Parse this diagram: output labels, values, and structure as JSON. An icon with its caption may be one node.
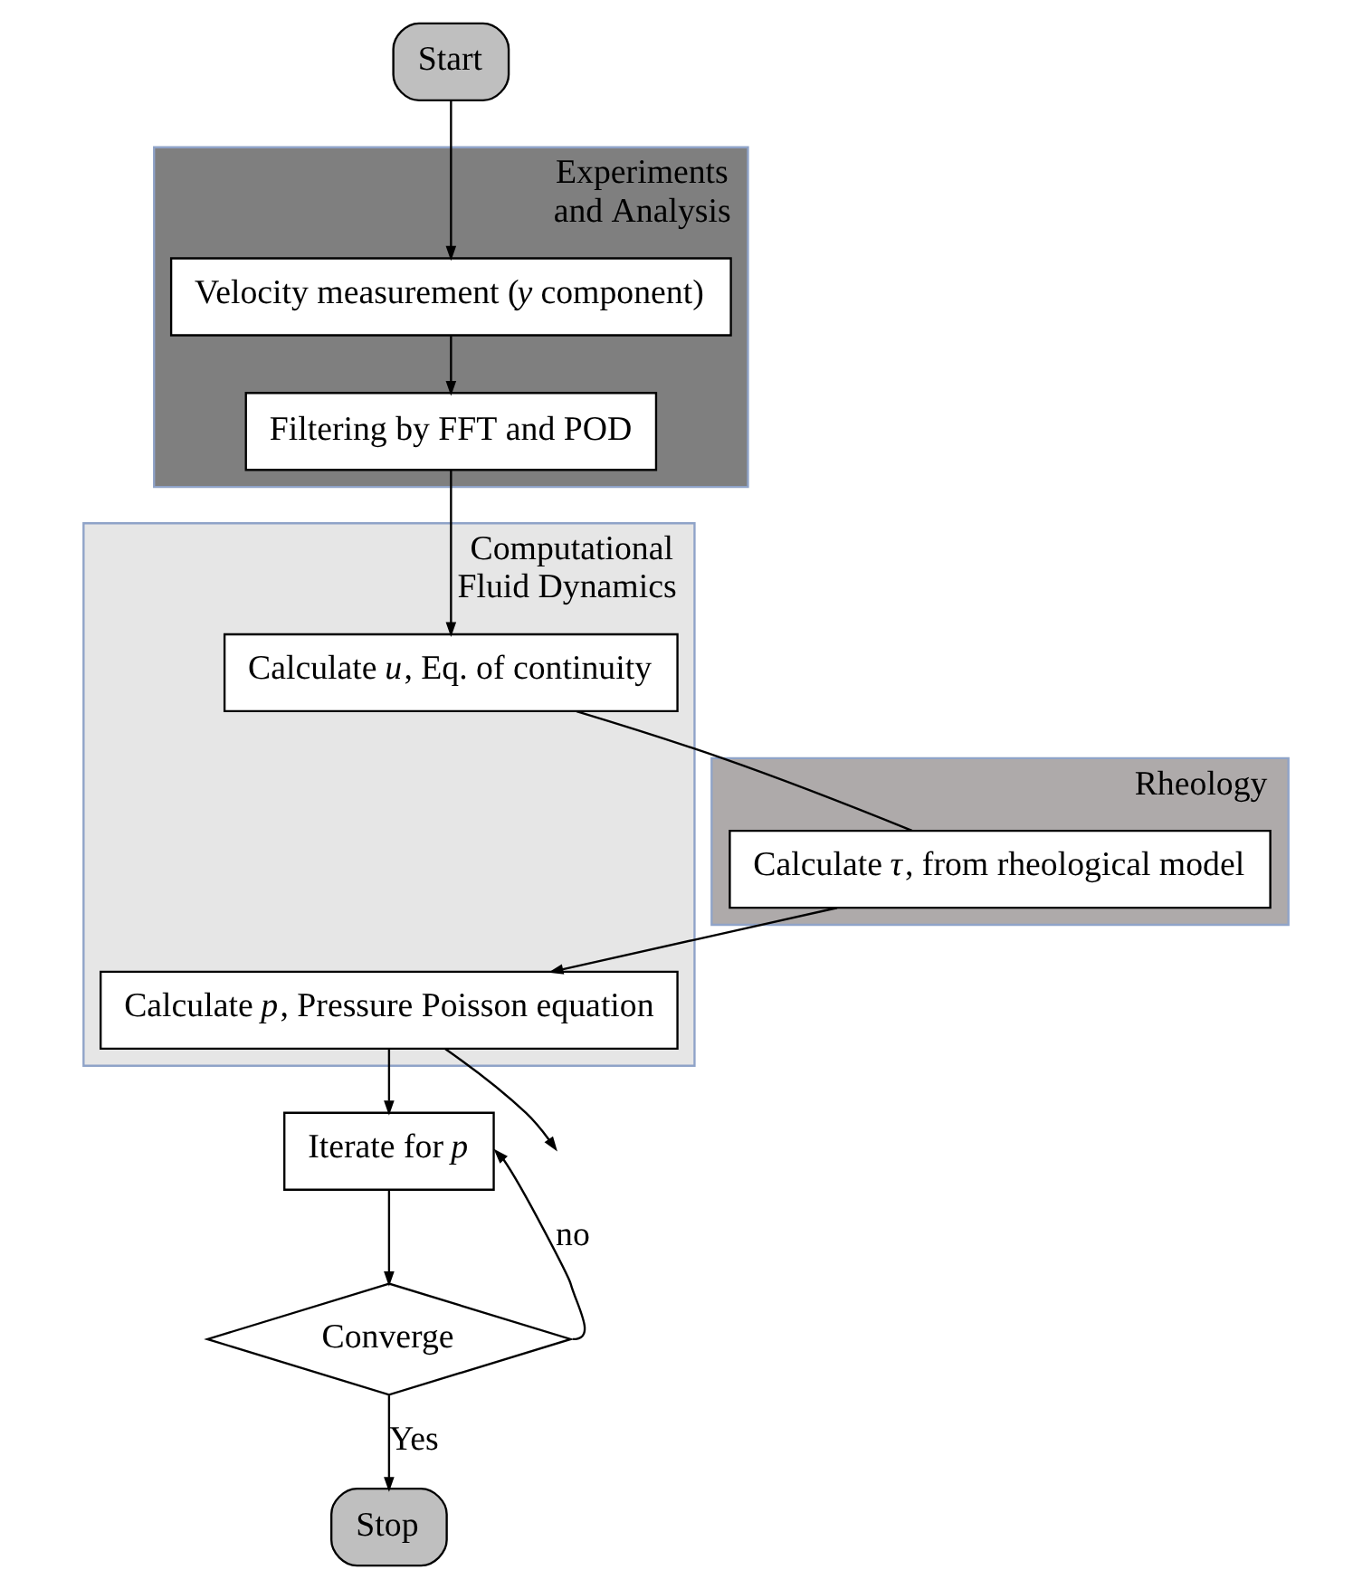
{
  "diagram": {
    "nodes": [
      {
        "text": [
          "Start"
        ]
      },
      {
        "text": [
          "Experiments and Analysis"
        ]
      },
      {
        "text": [
          "Velocity measurement (*y* component)"
        ],
        "in": 1
      },
      {
        "text": [
          "Filtering by FFT and POD"
        ],
        "in": 1
      },
      {
        "text": [
          "Computational Fluid Dynamics"
        ]
      },
      {
        "text": [
          "Calculate *u*, Eq. of continuity"
        ],
        "in": 4
      },
      {
        "text": [
          "Rheology"
        ]
      },
      {
        "text": [
          "Calculate *τ*, from rheological model"
        ],
        "in": 6
      },
      {
        "text": [
          "Calculate *p*, Pressure Poisson equation"
        ],
        "in": 4
      },
      {
        "text": [
          "Iterate for *p*"
        ]
      },
      {
        "text": [
          "Converge"
        ]
      },
      {
        "text": [
          "Stop"
        ]
      }
    ],
    "edges": [
      {
        "from": 0,
        "to": 2,
        "arrow": "to"
      },
      {
        "from": 2,
        "to": 3,
        "arrow": "to"
      },
      {
        "from": 3,
        "to": 5,
        "arrow": "to"
      },
      {
        "from": 5,
        "to": 7,
        "arrow": "none"
      },
      {
        "from": 7,
        "to": 8,
        "arrow": "to"
      },
      {
        "from": 8,
        "to": null,
        "arrow": "to"
      },
      {
        "from": 8,
        "to": 9,
        "arrow": "to"
      },
      {
        "from": 9,
        "to": 10,
        "arrow": "to"
      },
      {
        "from": 10,
        "to": 9,
        "arrow": "to",
        "label": "no"
      },
      {
        "from": 10,
        "to": 11,
        "arrow": "to",
        "label": "Yes"
      }
    ]
  }
}
